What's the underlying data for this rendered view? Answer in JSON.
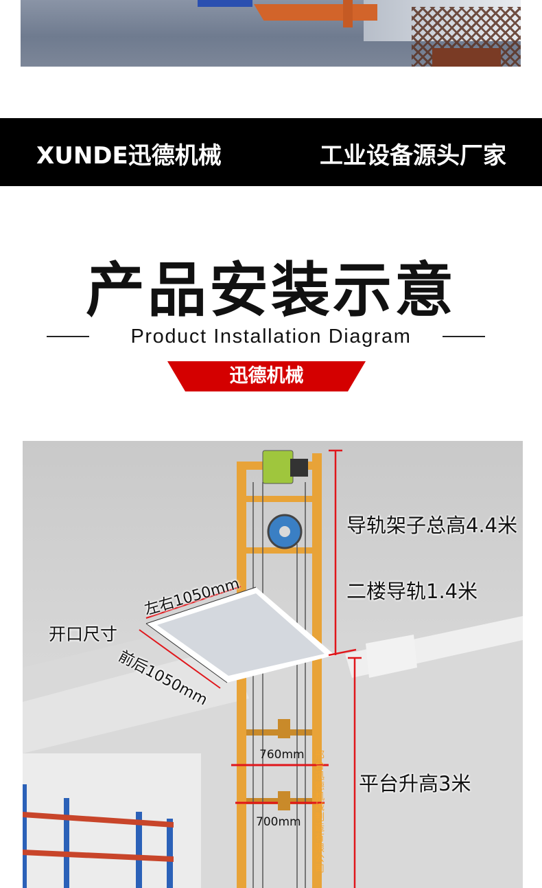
{
  "banner": {
    "brand": "XUNDE迅德机械",
    "slogan": "工业设备源头厂家"
  },
  "heading": {
    "title_cn": "产品安装示意",
    "title_en": "Product Installation Diagram",
    "ribbon": "迅德机械"
  },
  "diagram": {
    "labels": {
      "rail_total_height": "导轨架子总高4.4米",
      "second_floor_rail": "二楼导轨1.4米",
      "opening_size": "开口尺寸",
      "left_right": "左右1050mm",
      "front_back": "前后1050mm",
      "platform_lift": "平台升高3米",
      "dim_760": "760mm",
      "dim_700": "700mm",
      "watermark": "邢台迅德机械制造有限公司"
    },
    "colors": {
      "rail": "#e8a338",
      "marker": "#e0161b",
      "rack": "#2b61b8",
      "rack_beam": "#c8452a"
    }
  }
}
